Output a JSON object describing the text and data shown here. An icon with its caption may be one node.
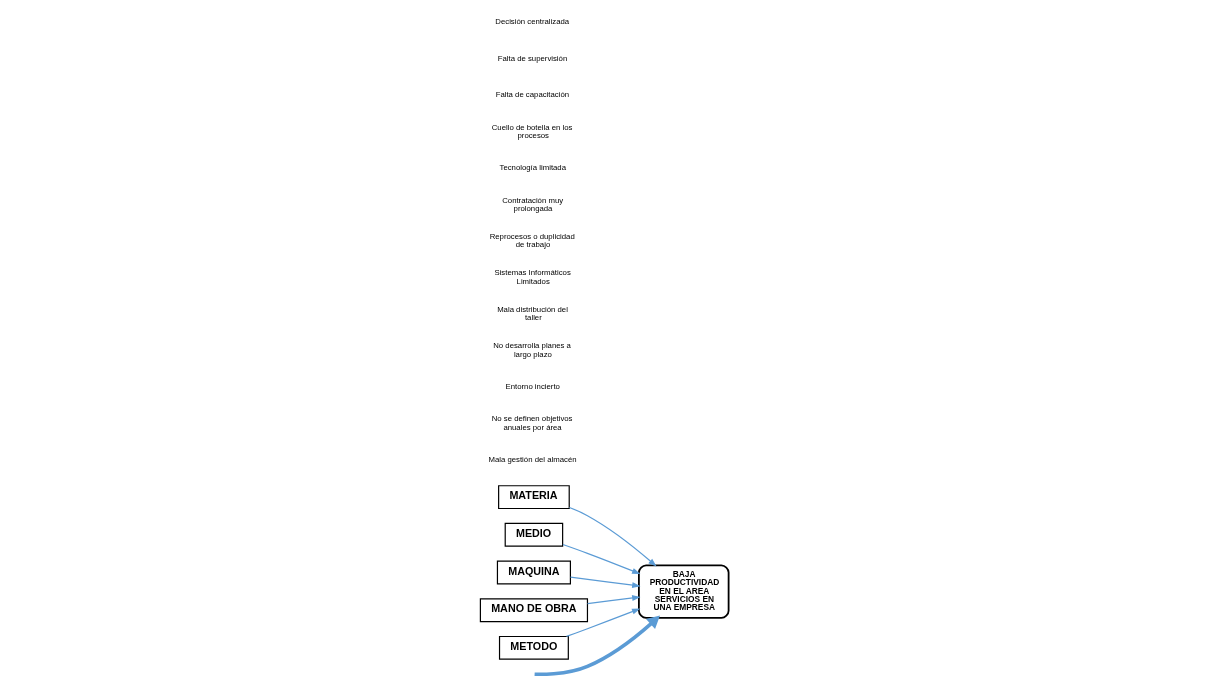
{
  "diagram": {
    "nodes": [
      {
        "text": [
          "MATERIA"
        ]
      },
      {
        "text": [
          "MEDIO"
        ]
      },
      {
        "text": [
          "BAJA PRODUCTIVIDAD EN EL AREA SERVICIOS EN UNA EMPRESA"
        ]
      },
      {
        "text": [
          "MAQUINA"
        ]
      },
      {
        "text": [
          "MANO DE OBRA"
        ]
      },
      {
        "text": [
          "METODO"
        ]
      }
    ],
    "edges": [
      {
        "from": null,
        "to": 2,
        "arrow": "to",
        "style": "thick"
      },
      {
        "from": 0,
        "to": 2,
        "arrow": "to"
      },
      {
        "from": 1,
        "to": 2,
        "arrow": "to"
      },
      {
        "from": 3,
        "to": 2,
        "arrow": "to"
      },
      {
        "from": 4,
        "to": 2,
        "arrow": "to"
      },
      {
        "from": 5,
        "to": 2,
        "arrow": "to"
      }
    ],
    "labels": [
      "Mala gestión del almacén",
      "No se definen objetivos anuales por área",
      "Entorno incierto",
      "No desarrolla planes a largo plazo",
      "Mala distribución del taller",
      "Sistemas Informáticos Limitados",
      "Reprocesos o duplicidad de trabajo",
      "Contratación muy prolongada",
      "Tecnología limitada",
      "Cuello de botella en los procesos",
      "Falta de capacitación",
      "Falta de supervisión",
      "Decisión centralizada"
    ]
  }
}
